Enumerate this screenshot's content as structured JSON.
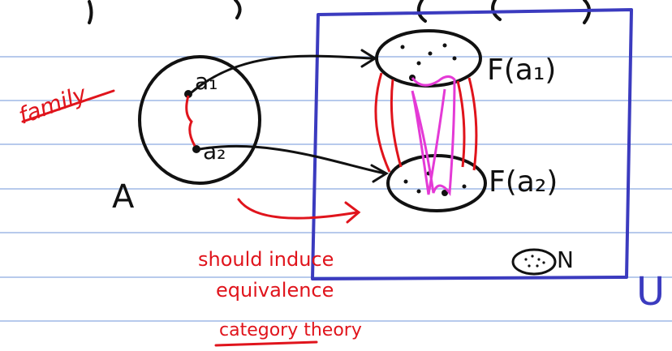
{
  "colors": {
    "paper": "#ffffff",
    "rule_line": "#9fb8e6",
    "ink": "#111111",
    "red": "#e0141c",
    "blue_box": "#3b3bbf",
    "magenta": "#e43ad6"
  },
  "labels": {
    "family": "family",
    "a1": "a₁",
    "a2": "a₂",
    "set_a": "A",
    "f_a1": "F(a₁)",
    "f_a2": "F(a₂)",
    "n": "N",
    "u": "U",
    "note_line1": "should induce",
    "note_line2": "equivalence",
    "note_line3": "category theory"
  }
}
